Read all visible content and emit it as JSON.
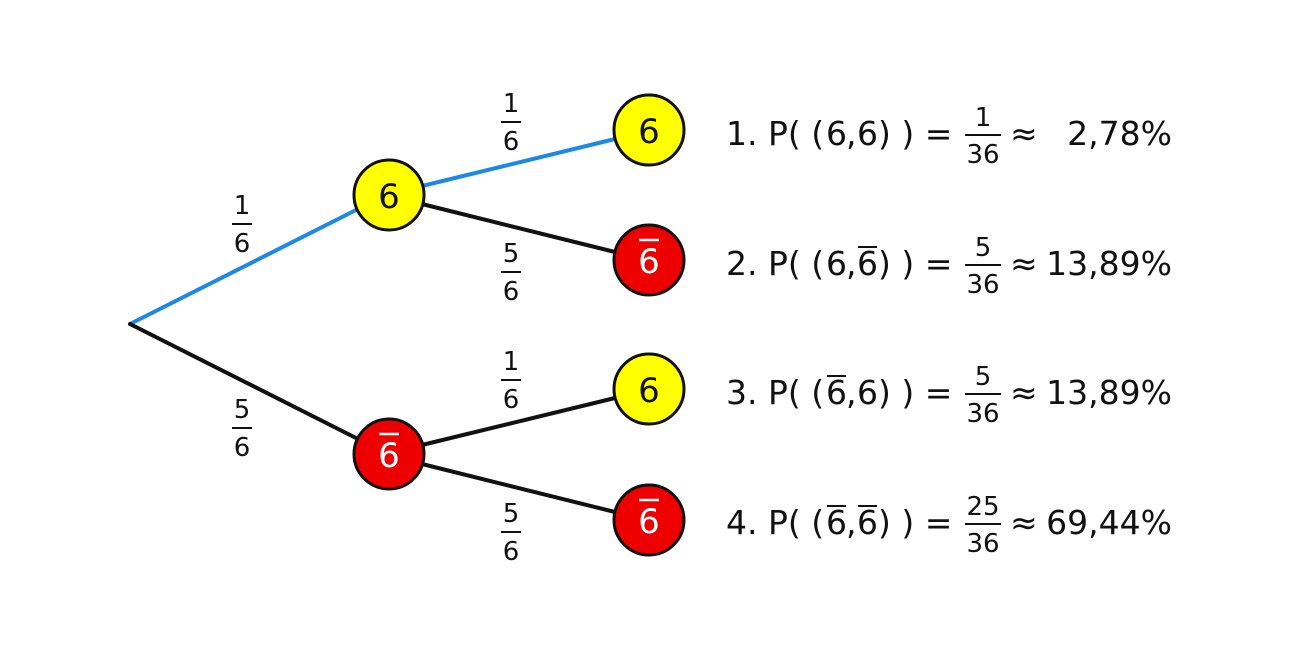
{
  "colors": {
    "yellow": "#ffff00",
    "red": "#ee0000",
    "blue": "#1e88e5",
    "black": "#111111"
  },
  "edges": {
    "root_to_six": {
      "num": "1",
      "den": "6",
      "highlighted": true
    },
    "root_to_notsix": {
      "num": "5",
      "den": "6",
      "highlighted": false
    },
    "six_to_six": {
      "num": "1",
      "den": "6",
      "highlighted": true
    },
    "six_to_notsix": {
      "num": "5",
      "den": "6",
      "highlighted": false
    },
    "notsix_to_six": {
      "num": "1",
      "den": "6",
      "highlighted": false
    },
    "notsix_to_notsix": {
      "num": "5",
      "den": "6",
      "highlighted": false
    }
  },
  "nodes": {
    "level1_six": {
      "label": "6",
      "overbar": false,
      "fill": "yellow"
    },
    "level1_notsix": {
      "label": "6",
      "overbar": true,
      "fill": "red"
    },
    "leaf1": {
      "label": "6",
      "overbar": false,
      "fill": "yellow"
    },
    "leaf2": {
      "label": "6",
      "overbar": true,
      "fill": "red"
    },
    "leaf3": {
      "label": "6",
      "overbar": false,
      "fill": "yellow"
    },
    "leaf4": {
      "label": "6",
      "overbar": true,
      "fill": "red"
    }
  },
  "results": [
    {
      "index": "1. P( (",
      "a": "6",
      "a_bar": false,
      "b": "6",
      "b_bar": false,
      "close": ") ) =",
      "num": "1",
      "den": "36",
      "approx": "≈",
      "percent": "2,78%"
    },
    {
      "index": "2. P( (",
      "a": "6",
      "a_bar": false,
      "b": "6",
      "b_bar": true,
      "close": ") ) =",
      "num": "5",
      "den": "36",
      "approx": "≈",
      "percent": "13,89%"
    },
    {
      "index": "3. P( (",
      "a": "6",
      "a_bar": true,
      "b": "6",
      "b_bar": false,
      "close": ") ) =",
      "num": "5",
      "den": "36",
      "approx": "≈",
      "percent": "13,89%"
    },
    {
      "index": "4. P( (",
      "a": "6",
      "a_bar": true,
      "b": "6",
      "b_bar": true,
      "close": ") ) =",
      "num": "25",
      "den": "36",
      "approx": "≈",
      "percent": "69,44%"
    }
  ]
}
